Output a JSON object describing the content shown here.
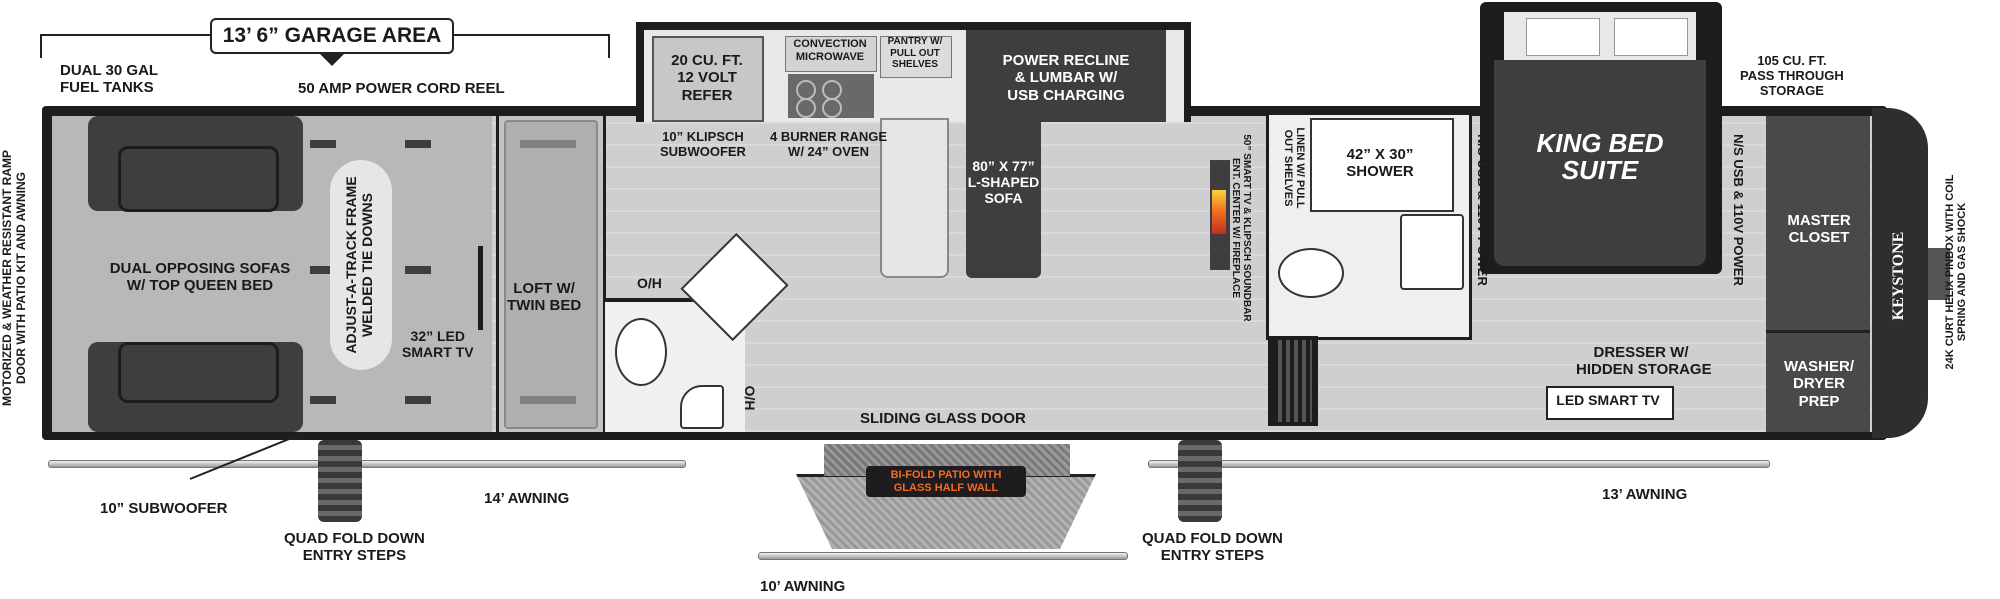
{
  "garage": {
    "title": "13’ 6” GARAGE AREA"
  },
  "labels": {
    "fuel_tanks": "DUAL 30 GAL\nFUEL TANKS",
    "power_cord": "50 AMP POWER CORD REEL",
    "refer": "20 CU. FT.\n12 VOLT\nREFER",
    "microwave": "CONVECTION\nMICROWAVE",
    "pantry": "PANTRY W/\nPULL OUT\nSHELVES",
    "power_recline": "POWER RECLINE\n& LUMBAR W/\nUSB CHARGING",
    "pass_through": "105 CU. FT.\nPASS THROUGH\nSTORAGE",
    "klipsch_sub": "10” KLIPSCH\nSUBWOOFER",
    "range": "4 BURNER RANGE\nW/ 24” OVEN",
    "sofa_l": "80” X 77”\nL-SHAPED\nSOFA",
    "dual_sofas": "DUAL OPPOSING SOFAS\nW/ TOP QUEEN BED",
    "track": "ADJUST-A-TRACK FRAME\nWELDED TIE DOWNS",
    "led_tv_32": "32” LED\nSMART TV",
    "loft": "LOFT W/\nTWIN BED",
    "oh1": "O/H",
    "oh2": "O/H",
    "ent_center": "50” SMART TV & KLIPSCH SOUNDBAR\nENT. CENTER W/ FIREPLACE",
    "linen": "LINEN W/ PULL\nOUT SHELVES",
    "shower": "42” X 30”\nSHOWER",
    "ns_usb_1": "N/S USB & 110V POWER",
    "ns_usb_2": "N/S USB & 110V POWER",
    "king_bed": "KING BED\nSUITE",
    "master_closet": "MASTER\nCLOSET",
    "dresser": "DRESSER W/\nHIDDEN STORAGE",
    "led_smart_tv": "LED SMART TV",
    "washer": "WASHER/\nDRYER\nPREP",
    "brand": "KEYSTONE",
    "pinbox": "24K CURT HELIX PINBOX WITH COIL\nSPRING AND GAS SHOCK",
    "ramp_door": "MOTORIZED & WEATHER RESISTANT RAMP\nDOOR WITH PATIO KIT AND AWNING",
    "sliding_door": "SLIDING GLASS DOOR",
    "bifold": "BI-FOLD PATIO WITH\nGLASS HALF WALL",
    "sub_10": "10” SUBWOOFER",
    "awning_14": "14’ AWNING",
    "awning_13": "13’ AWNING",
    "awning_10": "10’ AWNING",
    "steps_1": "QUAD FOLD DOWN\nENTRY STEPS",
    "steps_2": "QUAD FOLD DOWN\nENTRY STEPS"
  },
  "colors": {
    "accent_orange": "#f26b21",
    "dark_gray": "#3f3d3f",
    "floor_gray": "#d6d6d6"
  }
}
